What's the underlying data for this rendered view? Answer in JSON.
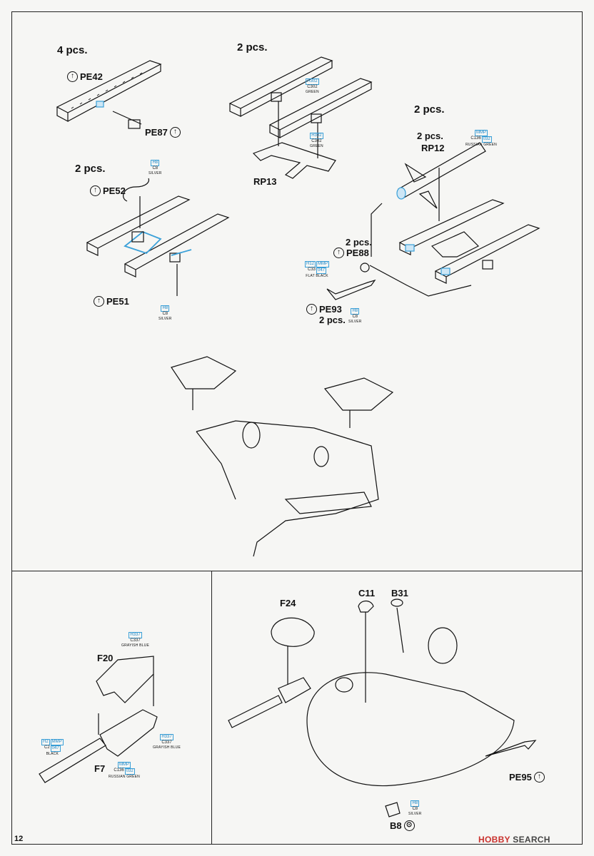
{
  "page": {
    "number": "12",
    "watermark_a": "HOBBY",
    "watermark_b": "SEARCH"
  },
  "quantities": {
    "q1": "4 pcs.",
    "q2": "2 pcs.",
    "q3": "2 pcs.",
    "q4": "2 pcs.",
    "q5": "2 pcs.",
    "q6": "2 pcs.",
    "q7": "2 pcs."
  },
  "parts": {
    "pe42": "PE42",
    "pe87": "PE87",
    "rp13": "RP13",
    "rp12": "RP12",
    "pe52": "PE52",
    "pe51": "PE51",
    "pe88": "PE88",
    "pe93": "PE93",
    "f20": "F20",
    "f7": "F7",
    "f24": "F24",
    "c11": "C11",
    "b31": "B31",
    "pe95": "PE95",
    "b8": "B8"
  },
  "paints": {
    "green1": {
      "a": "H302",
      "b": "C302",
      "name": "GREEN"
    },
    "green2": {
      "a": "H302",
      "b": "C302",
      "name": "GREEN"
    },
    "russian_green1": {
      "a": "MMP",
      "a2": "C136",
      "b": "032",
      "name": "RUSSIAN GREEN"
    },
    "silver1": {
      "a": "H8",
      "b": "C8",
      "name": "SILVER"
    },
    "silver2": {
      "a": "H8",
      "b": "C8",
      "name": "SILVER"
    },
    "flat_black": {
      "a": "H12",
      "a2": "MMP",
      "b": "C33",
      "b2": "047",
      "name": "FLAT BLACK"
    },
    "silver3": {
      "a": "H8",
      "b": "C8",
      "name": "SILVER"
    },
    "grayish_blue1": {
      "a": "H337",
      "b": "C337",
      "name": "GRAYISH BLUE"
    },
    "grayish_blue2": {
      "a": "H337",
      "b": "C337",
      "name": "GRAYISH BLUE"
    },
    "black": {
      "a": "H2",
      "a2": "MMP",
      "b": "C2",
      "b2": "047",
      "name": "BLACK"
    },
    "russian_green2": {
      "a": "MMP",
      "a2": "C136",
      "b": "032",
      "name": "RUSSIAN GREEN"
    },
    "silver4": {
      "a": "H8",
      "b": "C8",
      "name": "SILVER"
    }
  },
  "colors": {
    "callout_blue": "#3aa0d8",
    "line": "#111111"
  }
}
